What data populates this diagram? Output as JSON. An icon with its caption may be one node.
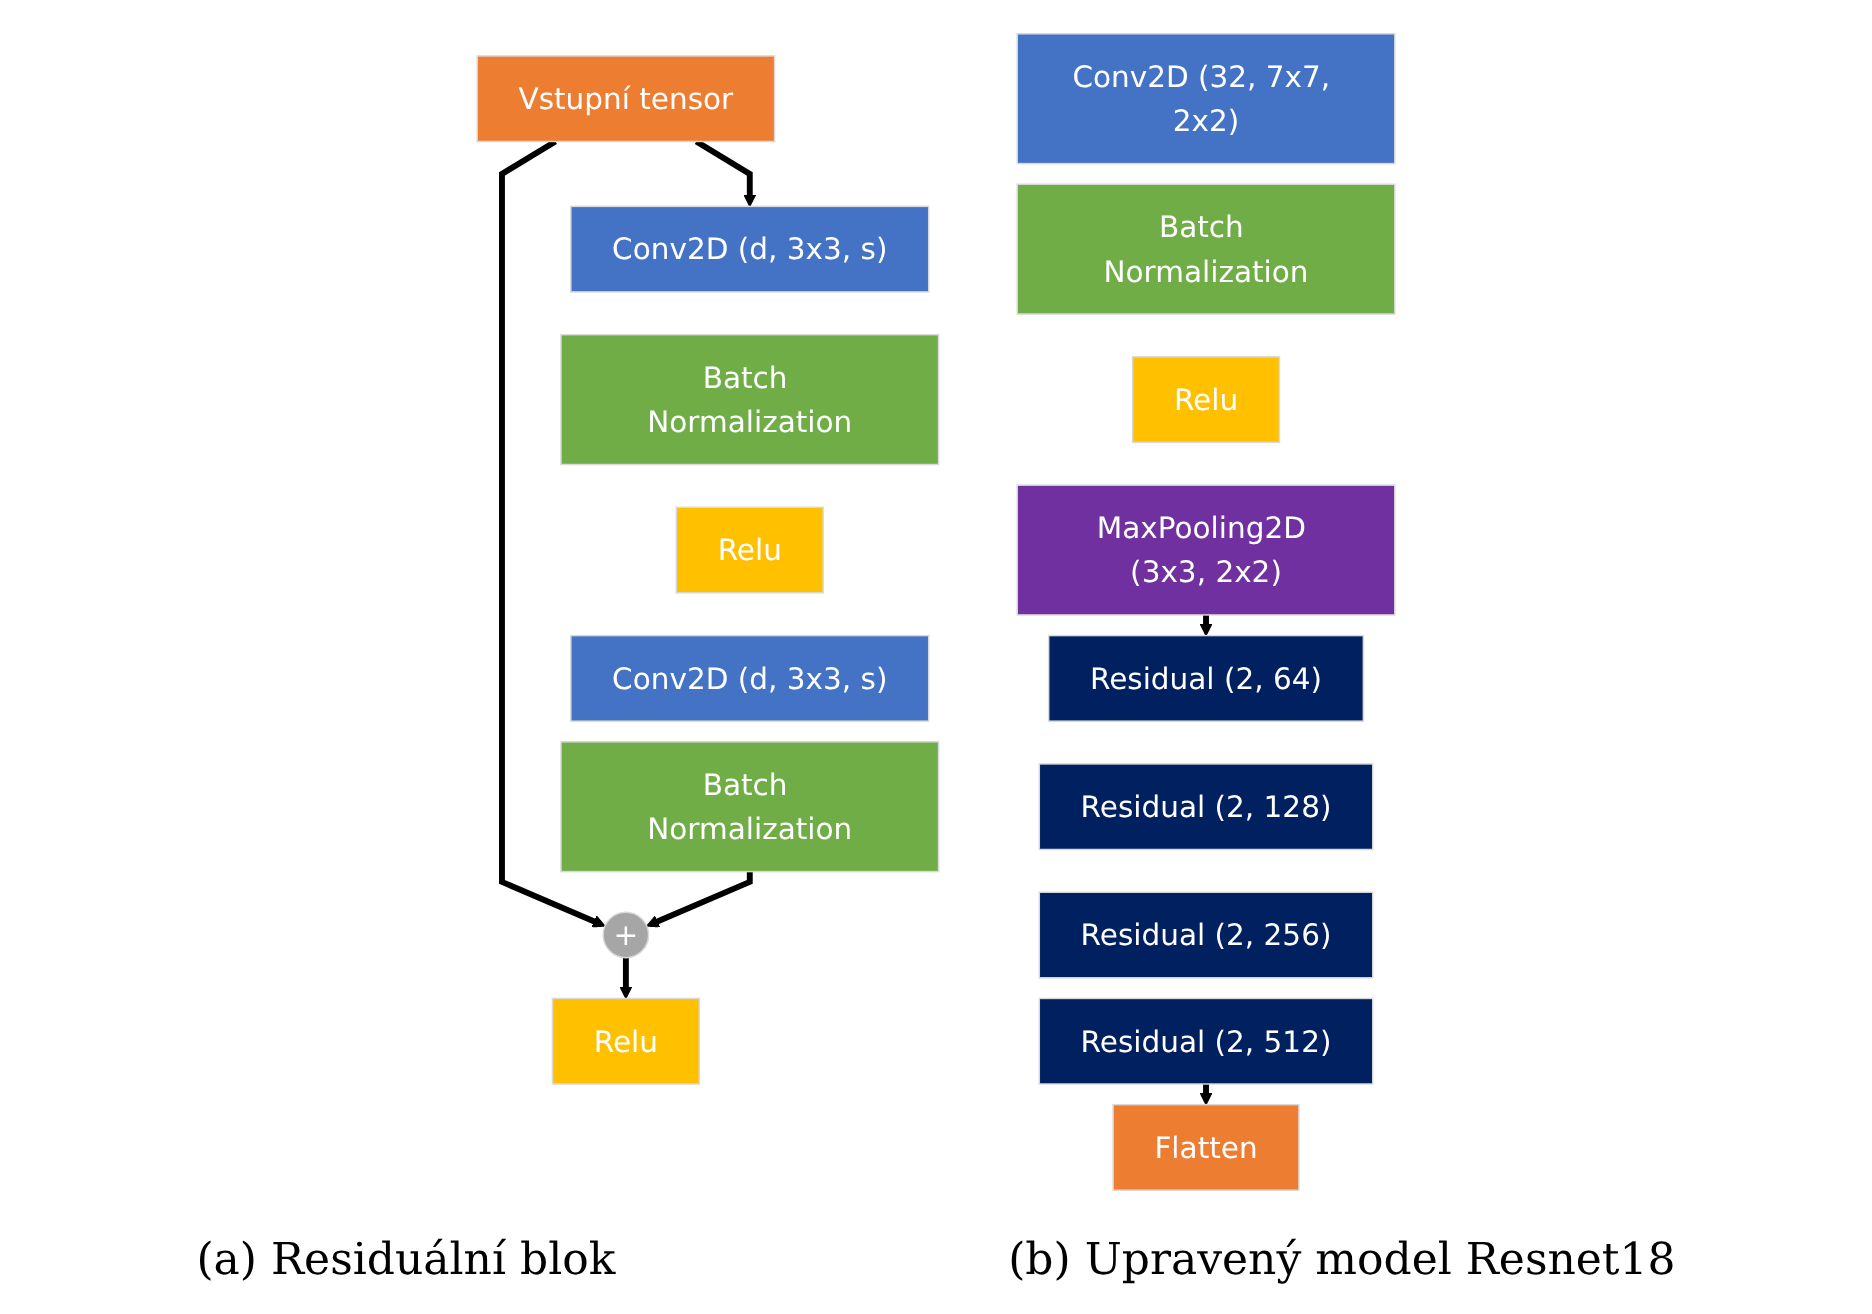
{
  "diagram": {
    "nodes": [
      {
        "text": [
          "Vstupní tensor"
        ]
      },
      {
        "text": [
          "Conv2D (d, 3x3, s)"
        ]
      },
      {
        "text": [
          "Batch Normalization"
        ]
      },
      {
        "text": [
          "Relu"
        ]
      },
      {
        "text": [
          "Conv2D (d, 3x3, s)"
        ]
      },
      {
        "text": [
          "Batch Normalization"
        ]
      },
      {
        "text": [
          "+"
        ]
      },
      {
        "text": [
          "Relu"
        ]
      },
      {
        "text": [
          "Conv2D (32, 7x7, 2x2)"
        ]
      },
      {
        "text": [
          "Batch Normalization"
        ]
      },
      {
        "text": [
          "Relu"
        ]
      },
      {
        "text": [
          "MaxPooling2D (3x3, 2x2)"
        ]
      },
      {
        "text": [
          "Residual (2, 64)"
        ]
      },
      {
        "text": [
          "Residual (2, 128)"
        ]
      },
      {
        "text": [
          "Residual (2, 256)"
        ]
      },
      {
        "text": [
          "Residual (2, 512)"
        ]
      },
      {
        "text": [
          "Flatten"
        ]
      }
    ],
    "edges": [
      {
        "from": 0,
        "to": 1,
        "arrow": "to"
      },
      {
        "from": 0,
        "to": 6,
        "arrow": "to"
      },
      {
        "from": 5,
        "to": 6,
        "arrow": "to"
      },
      {
        "from": 6,
        "to": 7,
        "arrow": "to"
      },
      {
        "from": 11,
        "to": 12,
        "arrow": "to"
      },
      {
        "from": 15,
        "to": 16,
        "arrow": "to"
      }
    ],
    "labels": [
      "(a) Residuální blok",
      "(b) Upravený model Resnet18"
    ]
  }
}
